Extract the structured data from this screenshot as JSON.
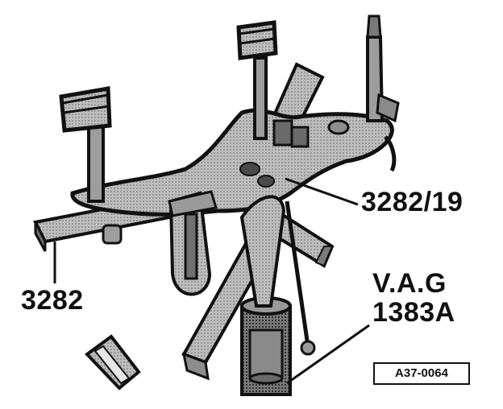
{
  "labels": {
    "adapter_plate": "3282/19",
    "support_tool": "3282",
    "jack_line1": "V.A.G",
    "jack_line2": "1383A"
  },
  "figure_id": "A37-0064",
  "colors": {
    "ink": "#111111",
    "metal_light": "#d9d9d9",
    "metal_mid": "#a8a8a8",
    "metal_dark": "#5a5a5a",
    "background": "#ffffff"
  }
}
